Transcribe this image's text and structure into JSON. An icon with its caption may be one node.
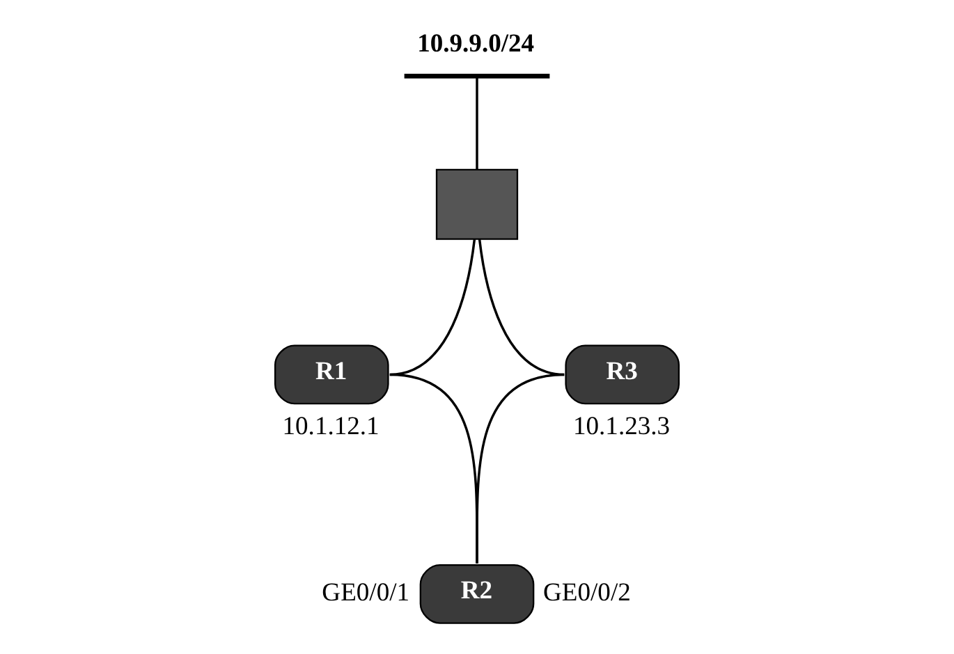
{
  "diagram": {
    "nodes": [
      {
        "text": [
          "10.9.9.0/24"
        ]
      },
      {
        "text": [],
        "shape": "box"
      },
      {
        "text": [
          "R1"
        ],
        "beside": [
          "10.1.12.1"
        ]
      },
      {
        "text": [
          "R3"
        ],
        "beside": [
          "10.1.23.3"
        ]
      },
      {
        "text": [
          "R2"
        ],
        "beside": [
          "GE0/0/1",
          "GE0/0/2"
        ]
      }
    ],
    "edges": [
      {
        "from": 0,
        "to": 1,
        "arrow": "none"
      },
      {
        "from": 1,
        "to": 2,
        "arrow": "none"
      },
      {
        "from": 1,
        "to": 3,
        "arrow": "none"
      },
      {
        "from": 2,
        "to": 4,
        "arrow": "none"
      },
      {
        "from": 3,
        "to": 4,
        "arrow": "none"
      }
    ]
  }
}
